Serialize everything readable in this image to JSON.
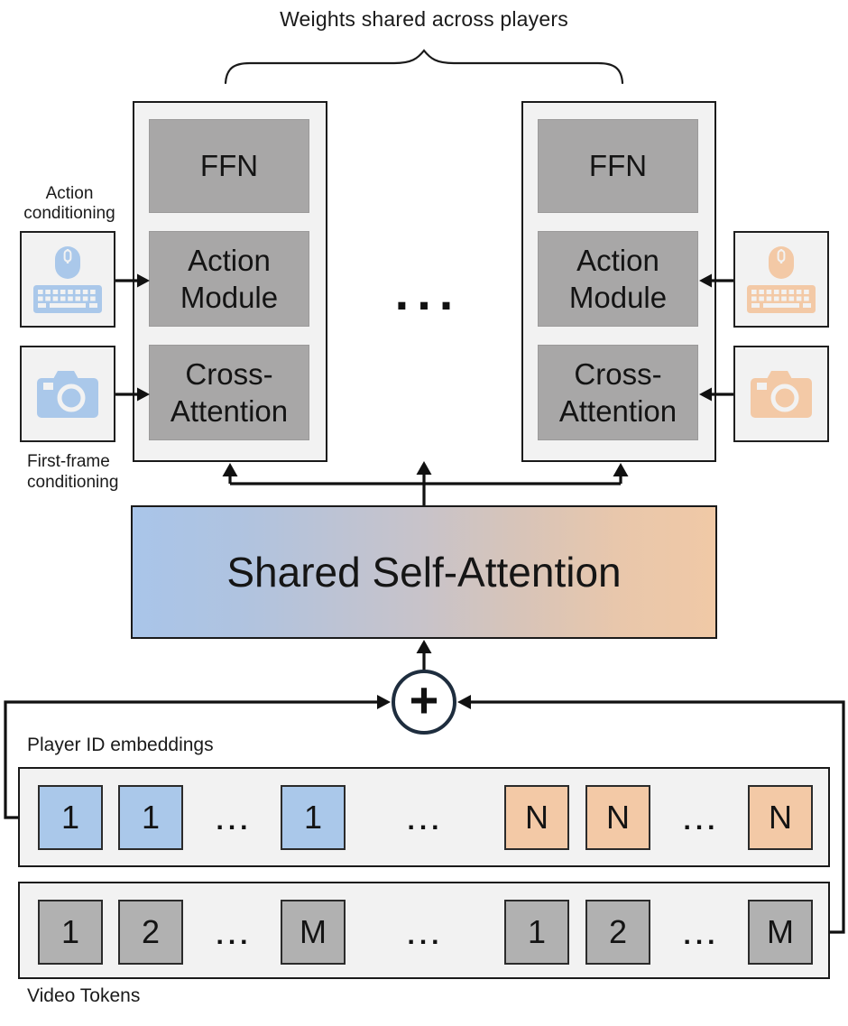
{
  "title": "Weights shared across players",
  "transformer_blocks": {
    "modules": [
      "FFN",
      "Action\nModule",
      "Cross-\nAttention"
    ],
    "ellipsis": "..."
  },
  "conditioning": {
    "action_label": "Action\nconditioning",
    "first_frame_label": "First-frame\nconditioning",
    "action_input_icon": "mouse-and-keyboard",
    "first_frame_input_icon": "camera"
  },
  "shared_self_attention": {
    "label": "Shared Self-Attention"
  },
  "sum_node": {
    "symbol": "+"
  },
  "rows": {
    "player": {
      "label": "Player ID embeddings",
      "tokens": [
        {
          "label": "1",
          "type": "player1"
        },
        {
          "label": "1",
          "type": "player1"
        },
        {
          "label": "...",
          "type": "dots"
        },
        {
          "label": "1",
          "type": "player1"
        },
        {
          "label": "...",
          "type": "dots"
        },
        {
          "label": "N",
          "type": "playerN"
        },
        {
          "label": "N",
          "type": "playerN"
        },
        {
          "label": "...",
          "type": "dots"
        },
        {
          "label": "N",
          "type": "playerN"
        }
      ]
    },
    "video": {
      "label": "Video Tokens",
      "tokens": [
        {
          "label": "1",
          "type": "video"
        },
        {
          "label": "2",
          "type": "video"
        },
        {
          "label": "...",
          "type": "dots"
        },
        {
          "label": "M",
          "type": "video"
        },
        {
          "label": "...",
          "type": "dots"
        },
        {
          "label": "1",
          "type": "video"
        },
        {
          "label": "2",
          "type": "video"
        },
        {
          "label": "...",
          "type": "dots"
        },
        {
          "label": "M",
          "type": "video"
        }
      ]
    }
  },
  "colors": {
    "player1_accent": "#aac8ea",
    "playerN_accent": "#f3c9a6",
    "video_token_gray": "#b1b1b1",
    "module_gray": "#a8a7a7",
    "panel_bg": "#f2f2f2",
    "outline": "#1a1a1a",
    "sum_circle_stroke": "#1e2d3e",
    "gradient_left": "#a9c5e9",
    "gradient_right": "#f0c9a6"
  }
}
